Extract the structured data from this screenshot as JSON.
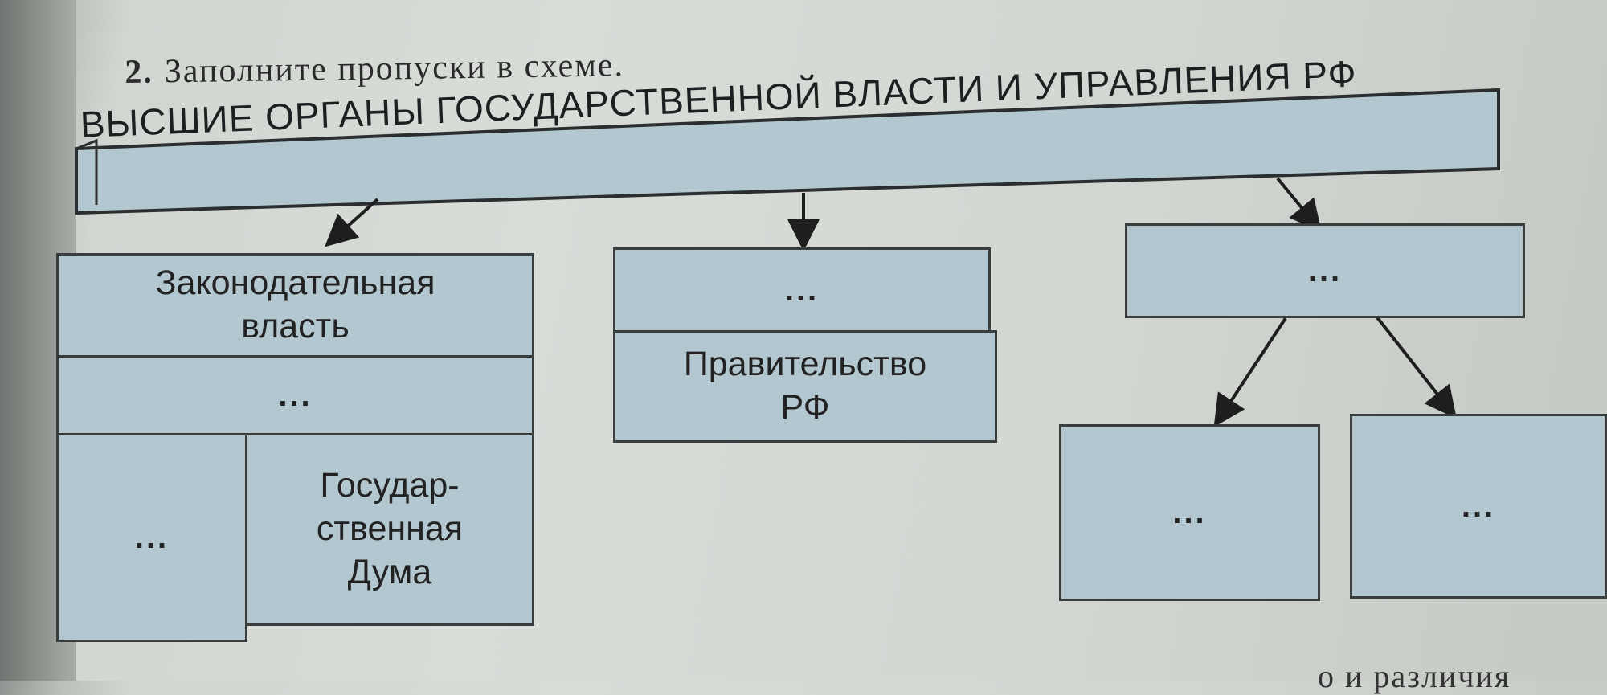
{
  "task": {
    "number": "2.",
    "instruction": "Заполните пропуски в схеме."
  },
  "diagram": {
    "root": "ВЫСШИЕ ОРГАНЫ ГОСУДАРСТВЕННОЙ ВЛАСТИ И УПРАВЛЕНИЯ РФ",
    "legislative": {
      "header": "Законодательная власть",
      "middle": "...",
      "left": "...",
      "right": "Государ-ственная Дума"
    },
    "executive": {
      "header": "...",
      "body": "Правительство РФ"
    },
    "third": {
      "header": "...",
      "left": "...",
      "right": "..."
    }
  },
  "footer": {
    "text": "о и различия"
  },
  "colors": {
    "box_fill": "#b2c7cf",
    "border": "#3a3d3e",
    "page": "#d6dad5"
  }
}
